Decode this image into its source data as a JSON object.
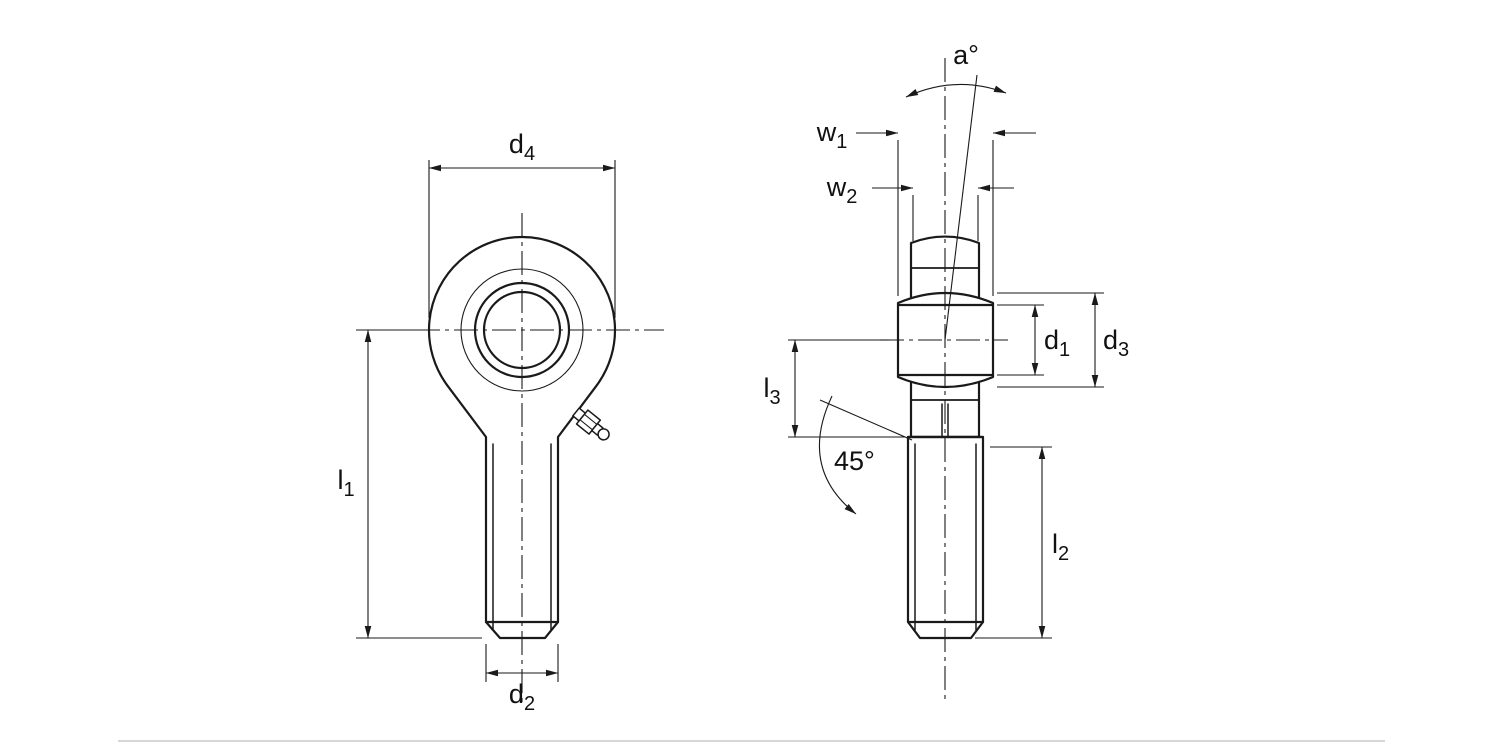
{
  "page": {
    "background": "#ffffff"
  },
  "colors": {
    "line": "#1a1a1a",
    "divider": "#d7d7d7"
  },
  "views": {
    "front": {
      "dimension_labels": [
        "d4",
        "l1",
        "d2"
      ]
    },
    "side": {
      "dimension_labels": [
        "a°",
        "w1",
        "w2",
        "d1",
        "d3",
        "l3",
        "45°",
        "l2"
      ]
    }
  },
  "labels": {
    "d4": {
      "base": "d",
      "sub": "4"
    },
    "l1": {
      "base": "l",
      "sub": "1"
    },
    "d2": {
      "base": "d",
      "sub": "2"
    },
    "a_deg": {
      "base": "a°"
    },
    "w1": {
      "base": "w",
      "sub": "1"
    },
    "w2": {
      "base": "w",
      "sub": "2"
    },
    "d1": {
      "base": "d",
      "sub": "1"
    },
    "d3": {
      "base": "d",
      "sub": "3"
    },
    "l3": {
      "base": "l",
      "sub": "3"
    },
    "deg45": {
      "base": "45°"
    },
    "l2": {
      "base": "l",
      "sub": "2"
    }
  }
}
